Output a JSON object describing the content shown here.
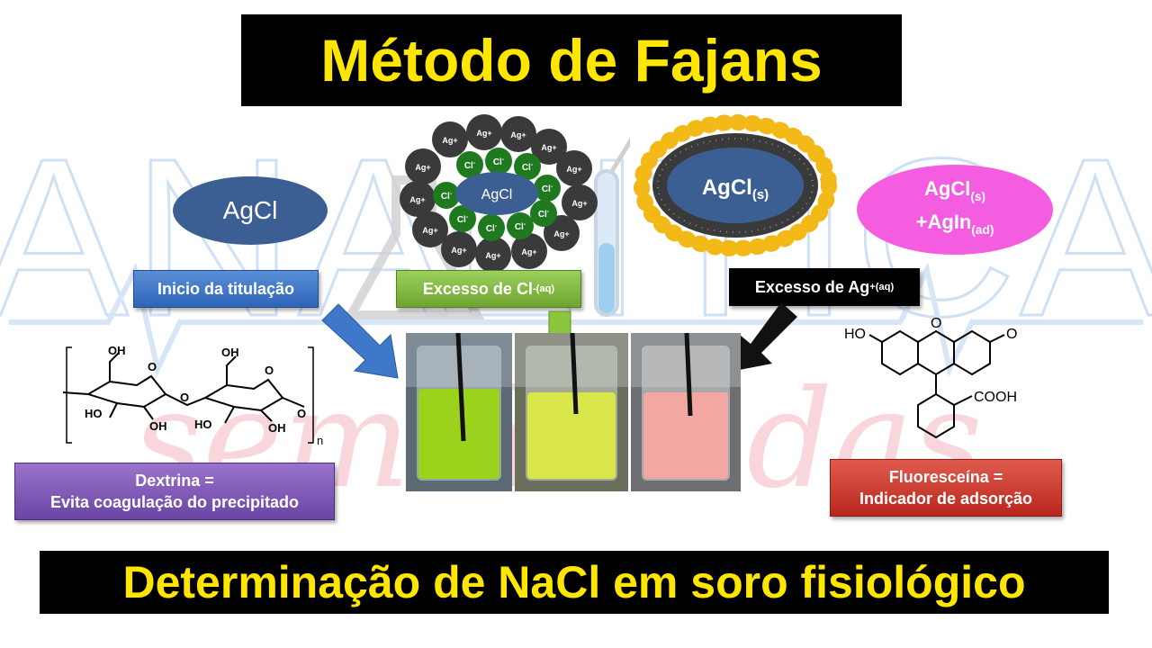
{
  "title": "Método de Fajans",
  "subtitle": "Determinação de NaCl em soro fisiológico",
  "watermark": {
    "top_text": "ANALITICA",
    "script_text": "sem dúvidas",
    "color_blue": "#cfe0f5",
    "color_pink": "#f7c9cf"
  },
  "stages": {
    "start": {
      "ellipse_text": "AgCl",
      "label": "Inicio da titulação",
      "color": "#3c5f93"
    },
    "excess_chloride": {
      "core_text": "AgCl",
      "inner_ion": "Cl",
      "inner_ion_sup": "-",
      "outer_ion": "Ag+",
      "label_main": "Excesso de Cl",
      "label_sup": "-",
      "label_sub": "(aq)",
      "inner_color": "#1f7a1f",
      "outer_color": "#3a3a3a"
    },
    "excess_silver": {
      "core_main": "AgCl",
      "core_sub": "(s)",
      "label_main": "Excesso de Ag",
      "label_sup": "+",
      "label_sub": "(aq)",
      "ring_color": "#f2b817",
      "inner_color": "#3a3a3a"
    },
    "end": {
      "line1_main": "AgCl",
      "line1_sub": "(s)",
      "line2_main": "+AgIn",
      "line2_sub": "(ad)",
      "color": "#f45de0"
    }
  },
  "dextrin": {
    "label_line1": "Dextrina =",
    "label_line2": "Evita coagulação do precipitado",
    "atoms": {
      "oh_top_left": "OH",
      "o_ring_left": "O",
      "ho_left": "HO",
      "oh_mid_left": "OH",
      "o_link": "O",
      "oh_top_right": "OH",
      "o_ring_right": "O",
      "ho_right": "HO",
      "oh_right": "OH",
      "o_end": "O",
      "n": "n"
    }
  },
  "fluorescein": {
    "label_line1": "Fluoresceína =",
    "label_line2": "Indicador de adsorção",
    "atoms": {
      "ho": "HO",
      "o_bridge": "O",
      "o_keto": "O",
      "cooh": "COOH"
    }
  },
  "beakers": [
    {
      "liquid_color": "#9bd21c"
    },
    {
      "liquid_color": "#d9e64a"
    },
    {
      "liquid_color": "#f2a7a3"
    }
  ],
  "arrows": {
    "blue": "#3f78c8",
    "green": "#8cc63f",
    "black": "#111111"
  }
}
